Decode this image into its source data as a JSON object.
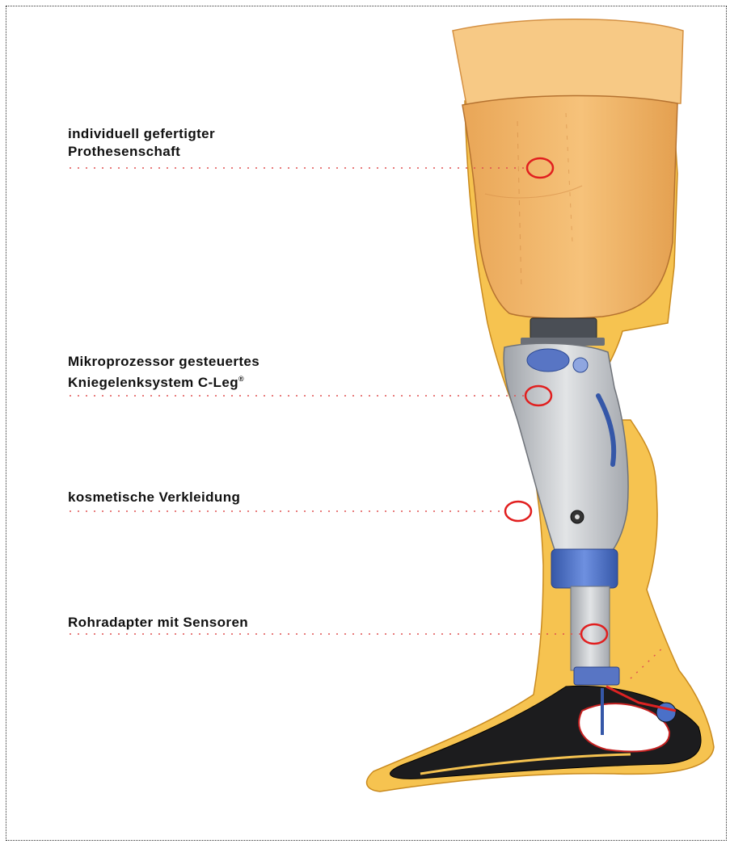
{
  "labels": {
    "shaft_line1": "individuell gefertigter",
    "shaft_line2": "Prothesenschaft",
    "knee_line1": "Mikroprozessor gesteuertes",
    "knee_line2": "Kniegelenksystem C-Leg",
    "knee_reg": "®",
    "cover": "kosmetische Verkleidung",
    "tube": "Rohradapter mit Sensoren"
  },
  "colors": {
    "skin": "#f2b264",
    "skin_light": "#f7c985",
    "cover": "#f6c350",
    "metal": "#c7c9cc",
    "blue": "#4a70c8",
    "marker": "#e11f1f",
    "leader": "#e05050"
  },
  "icons": [
    "prosthetic-leg-illustration"
  ]
}
